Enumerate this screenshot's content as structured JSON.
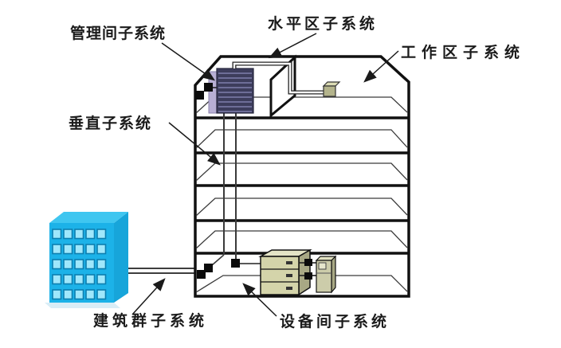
{
  "diagram": {
    "labels": {
      "management": "管理间子系统",
      "horizontal": "水平区子系统",
      "work_area": "工作区子系统",
      "vertical": "垂直子系统",
      "campus": "建筑群子系统",
      "equipment_room": "设备间子系统"
    }
  },
  "colors": {
    "line": "#111111",
    "thin_line": "#3a3a3a",
    "cable": "#222222",
    "arrow": "#1a1a1a",
    "campus_front": "#1cb2e8",
    "campus_top": "#3fc6f0",
    "campus_side": "#17a5da",
    "campus_shadow": "#d9edf6",
    "window_fill": "#9fe7fb",
    "window_frame": "#0c7fb0",
    "rack_front": "#3d3d5c",
    "rack_stripe": "#7676a0",
    "rack_side": "#b8afd4",
    "cabinet_front": "#d4d4aa",
    "cabinet_top": "#e4e4c6",
    "cabinet_side": "#a8a884",
    "tower_front": "#ccccaa",
    "tower_top": "#e0e0c0",
    "outlet_front": "#b4b48c",
    "outlet_top": "#dcdcb4",
    "connector": "#0b0b0b"
  },
  "campus_building": {
    "windows": {
      "rows": 5,
      "cols": 5
    }
  }
}
